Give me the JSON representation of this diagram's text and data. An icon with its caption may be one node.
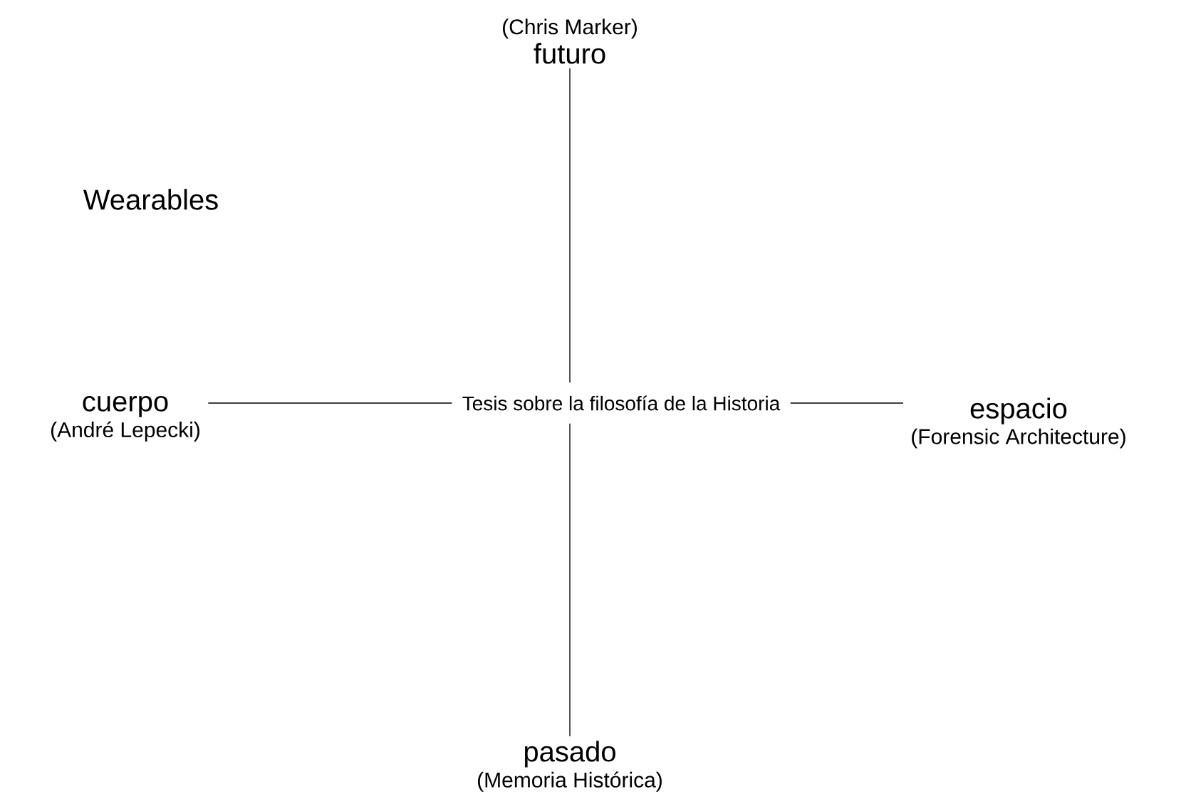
{
  "diagram": {
    "nodes": [
      {
        "text": [
          "Tesis sobre la filosofía de la Historia"
        ]
      },
      {
        "text": [
          "(Chris Marker)",
          "futuro"
        ]
      },
      {
        "text": [
          "cuerpo",
          "(André Lepecki)"
        ]
      },
      {
        "text": [
          "espacio",
          "(Forensic Architecture)"
        ]
      },
      {
        "text": [
          "pasado",
          "(Memoria Histórica)"
        ]
      }
    ],
    "edges": [
      {
        "from": 0,
        "to": 1,
        "arrow": "none"
      },
      {
        "from": 0,
        "to": 2,
        "arrow": "none"
      },
      {
        "from": 0,
        "to": 3,
        "arrow": "none"
      },
      {
        "from": 0,
        "to": 4,
        "arrow": "none"
      }
    ],
    "labels": [
      "Wearables"
    ]
  }
}
